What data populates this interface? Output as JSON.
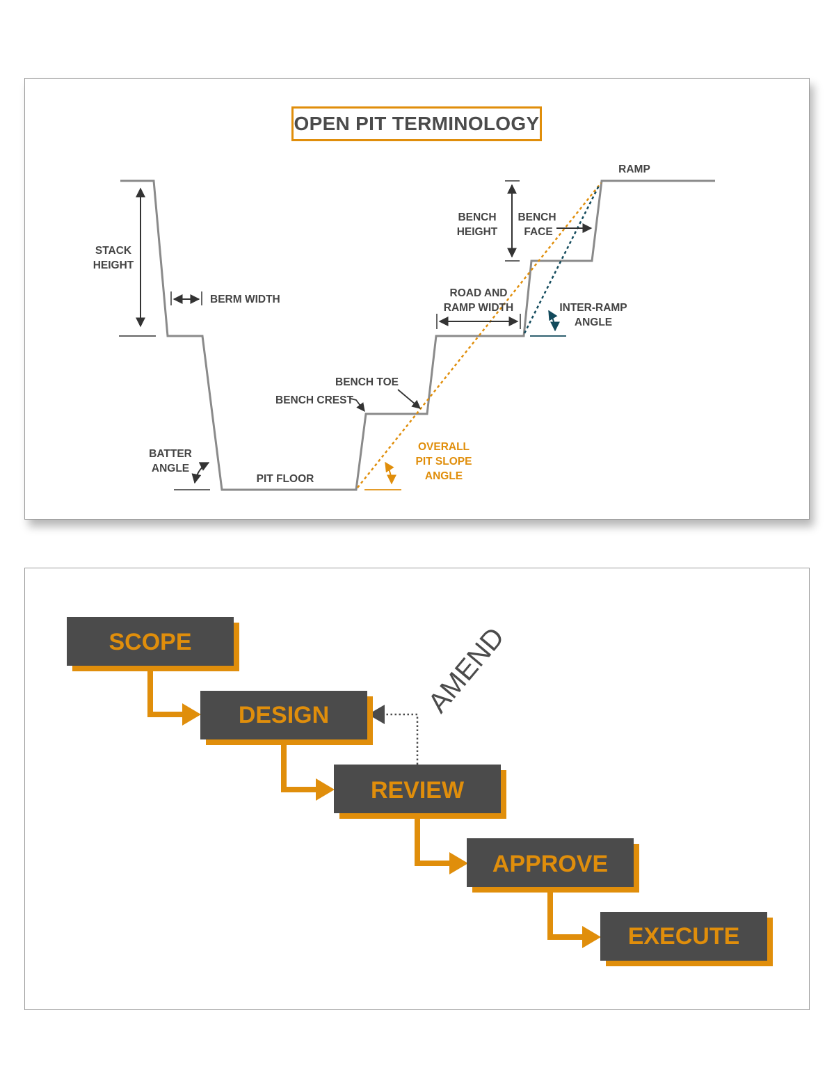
{
  "diagram": {
    "title": "OPEN PIT TERMINOLOGY",
    "labels": {
      "ramp": "RAMP",
      "bench_height_1": "BENCH",
      "bench_height_2": "HEIGHT",
      "bench_face_1": "BENCH",
      "bench_face_2": "FACE",
      "stack_height_1": "STACK",
      "stack_height_2": "HEIGHT",
      "berm_width": "BERM WIDTH",
      "road_ramp_1": "ROAD AND",
      "road_ramp_2": "RAMP WIDTH",
      "inter_ramp_1": "INTER-RAMP",
      "inter_ramp_2": "ANGLE",
      "bench_toe": "BENCH TOE",
      "bench_crest": "BENCH CREST",
      "overall_1": "OVERALL",
      "overall_2": "PIT SLOPE",
      "overall_3": "ANGLE",
      "batter_1": "BATTER",
      "batter_2": "ANGLE",
      "pit_floor": "PIT FLOOR"
    },
    "colors": {
      "profile": "#8a8a8a",
      "dimension": "#333333",
      "overall_slope": "#e08e0b",
      "inter_ramp": "#124a5c"
    }
  },
  "workflow": {
    "steps": [
      "SCOPE",
      "DESIGN",
      "REVIEW",
      "APPROVE",
      "EXECUTE"
    ],
    "loop_label": "AMEND",
    "colors": {
      "box_fill": "#4b4b4b",
      "accent": "#e08e0b"
    }
  }
}
